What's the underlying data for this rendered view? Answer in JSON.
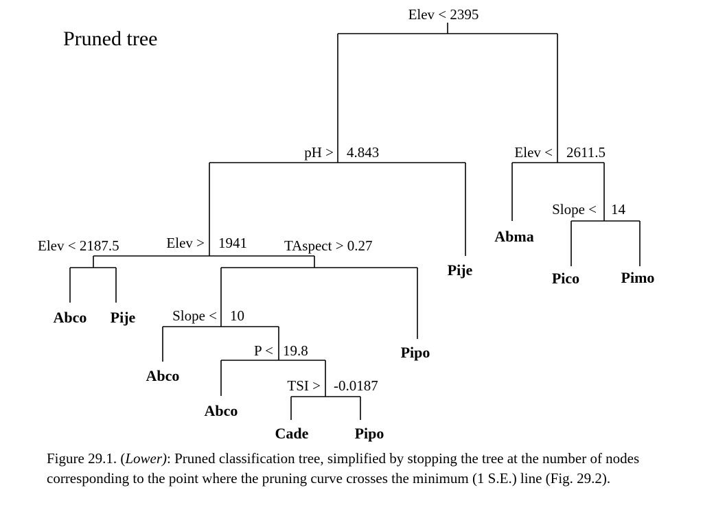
{
  "diagram": {
    "title": "Pruned tree",
    "splits": [
      {
        "id": "root",
        "text": "Elev < 2395"
      },
      {
        "id": "ph-left",
        "text": "pH >"
      },
      {
        "id": "ph-right",
        "text": "4.843"
      },
      {
        "id": "elev2-left",
        "text": "Elev <"
      },
      {
        "id": "elev2-right",
        "text": "2611.5"
      },
      {
        "id": "slope14-left",
        "text": "Slope <"
      },
      {
        "id": "slope14-right",
        "text": "14"
      },
      {
        "id": "elev1941-left",
        "text": "Elev >"
      },
      {
        "id": "elev1941-right",
        "text": "1941"
      },
      {
        "id": "elev2187",
        "text": "Elev < 2187.5"
      },
      {
        "id": "taspect",
        "text": "TAspect > 0.27"
      },
      {
        "id": "slope10-left",
        "text": "Slope <"
      },
      {
        "id": "slope10-right",
        "text": "10"
      },
      {
        "id": "p-left",
        "text": "P <"
      },
      {
        "id": "p-right",
        "text": "19.8"
      },
      {
        "id": "tsi-left",
        "text": "TSI >"
      },
      {
        "id": "tsi-right",
        "text": "-0.0187"
      }
    ],
    "leaves": [
      {
        "id": "abco-1",
        "text": "Abco"
      },
      {
        "id": "pije-1",
        "text": "Pije"
      },
      {
        "id": "abco-2",
        "text": "Abco"
      },
      {
        "id": "abco-3",
        "text": "Abco"
      },
      {
        "id": "cade",
        "text": "Cade"
      },
      {
        "id": "pipo-1",
        "text": "Pipo"
      },
      {
        "id": "pipo-2",
        "text": "Pipo"
      },
      {
        "id": "pije-2",
        "text": "Pije"
      },
      {
        "id": "abma",
        "text": "Abma"
      },
      {
        "id": "pico",
        "text": "Pico"
      },
      {
        "id": "pimo",
        "text": "Pimo"
      }
    ]
  },
  "caption": {
    "prefix": "Figure 29.1. (",
    "emphasis": "Lower)",
    "rest": ": Pruned classification tree, simplified by stopping the tree at the number of nodes corresponding to the point where the pruning curve crosses the minimum (1 S.E.) line (Fig. 29.2)."
  }
}
